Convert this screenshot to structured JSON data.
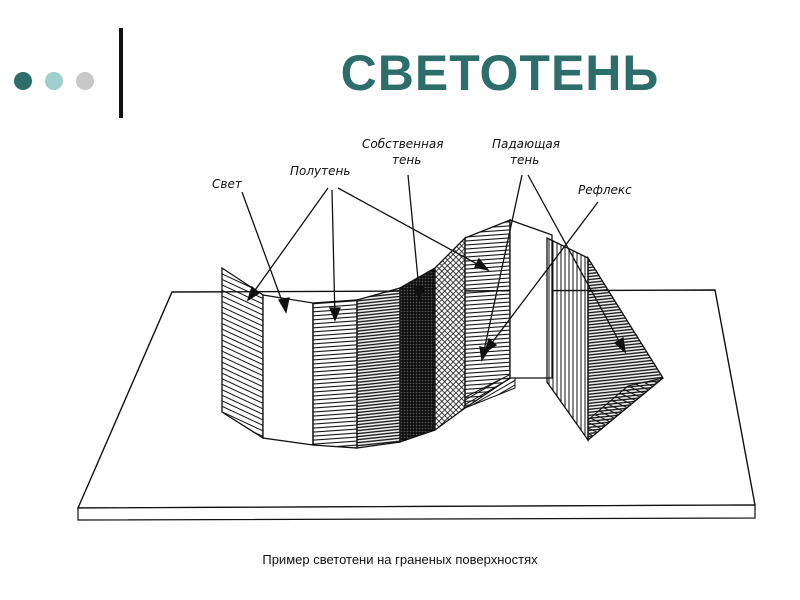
{
  "header": {
    "title": "СВЕТОТЕНЬ",
    "dots": [
      "#2d6e6b",
      "#9fcfcf",
      "#c8c8c8"
    ]
  },
  "diagram": {
    "labels": {
      "svet": "Свет",
      "poluten": "Полутень",
      "sobstvennaya_1": "Собственная",
      "sobstvennaya_2": "тень",
      "padayuschaya_1": "Падающая",
      "padayuschaya_2": "тень",
      "refleks": "Рефлекс"
    }
  },
  "caption": "Пример светотени на граненых поверхностях",
  "colors": {
    "title": "#2d6e6b",
    "ink": "#111111"
  }
}
